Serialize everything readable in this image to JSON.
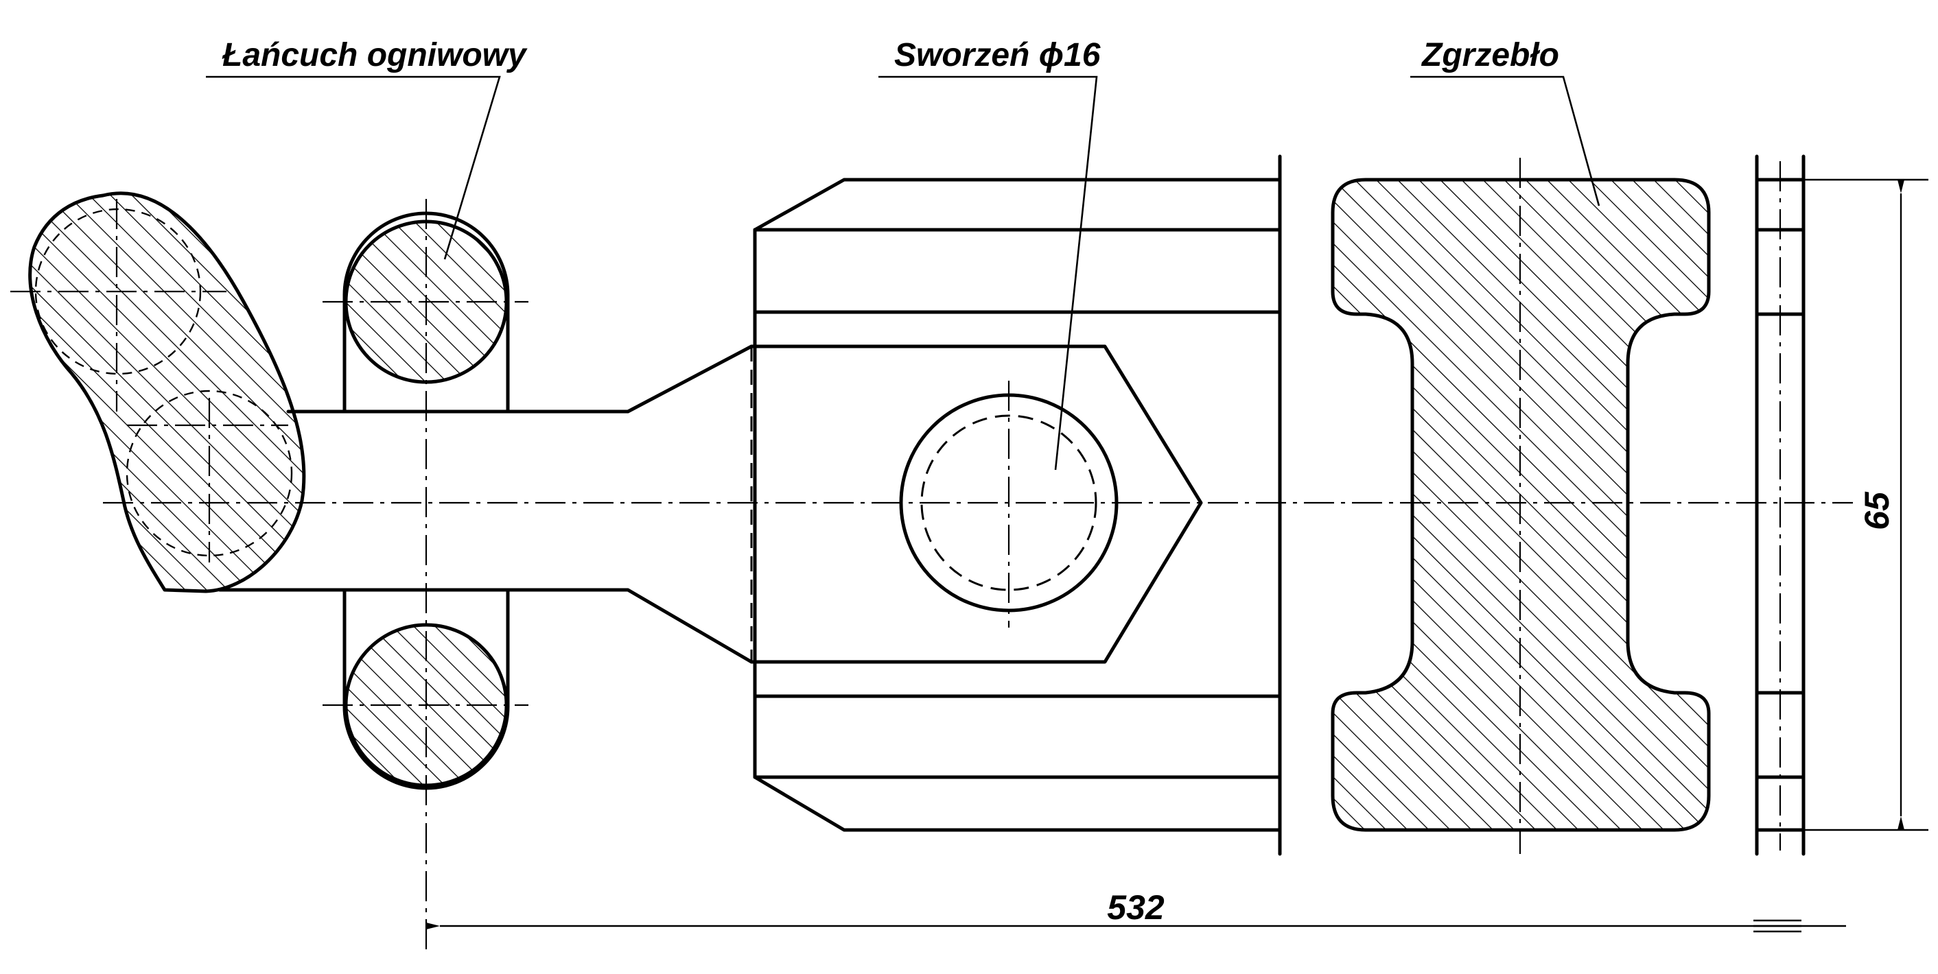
{
  "labels": {
    "chain": "Łańcuch ogniwowy",
    "pin": "Sworzeń ϕ16",
    "scraper": "Zgrzebło"
  },
  "dimensions": {
    "length": "532",
    "height": "65"
  },
  "colors": {
    "line": "#000000",
    "background": "#ffffff"
  }
}
